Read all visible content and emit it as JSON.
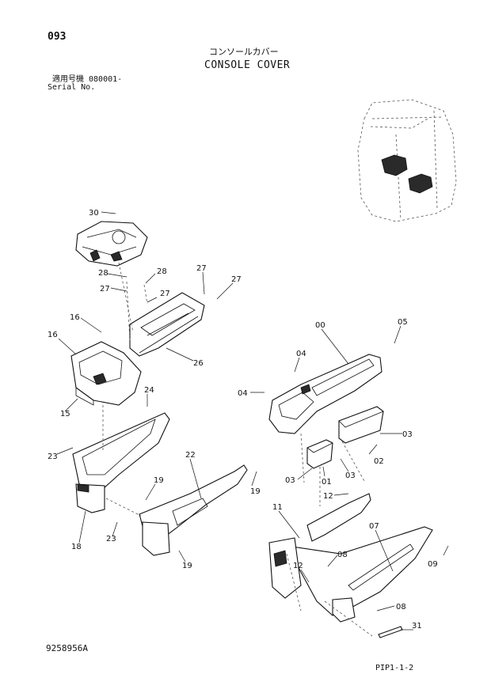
{
  "header": {
    "page_code": "093",
    "title_jp": "コンソールカバー",
    "title_en": "CONSOLE COVER",
    "serial_jp": "適用号機 080001-",
    "serial_en": "Serial No."
  },
  "footer": {
    "doc_code": "9258956A",
    "page_ref": "PIP1-1-2"
  },
  "callouts": {
    "c30": "30",
    "c28a": "28",
    "c28b": "28",
    "c27a": "27",
    "c27b": "27",
    "c27c": "27",
    "c27d": "27",
    "c16a": "16",
    "c16b": "16",
    "c26": "26",
    "c15": "15",
    "c24": "24",
    "c23a": "23",
    "c23b": "23",
    "c18": "18",
    "c22": "22",
    "c19a": "19",
    "c19b": "19",
    "c19c": "19",
    "c00": "00",
    "c05": "05",
    "c04a": "04",
    "c04b": "04",
    "c03a": "03",
    "c03b": "03",
    "c03c": "03",
    "c02": "02",
    "c01": "01",
    "c12a": "12",
    "c12b": "12",
    "c11": "11",
    "c07": "07",
    "c08a": "08",
    "c08b": "08",
    "c09": "09",
    "c31": "31"
  }
}
